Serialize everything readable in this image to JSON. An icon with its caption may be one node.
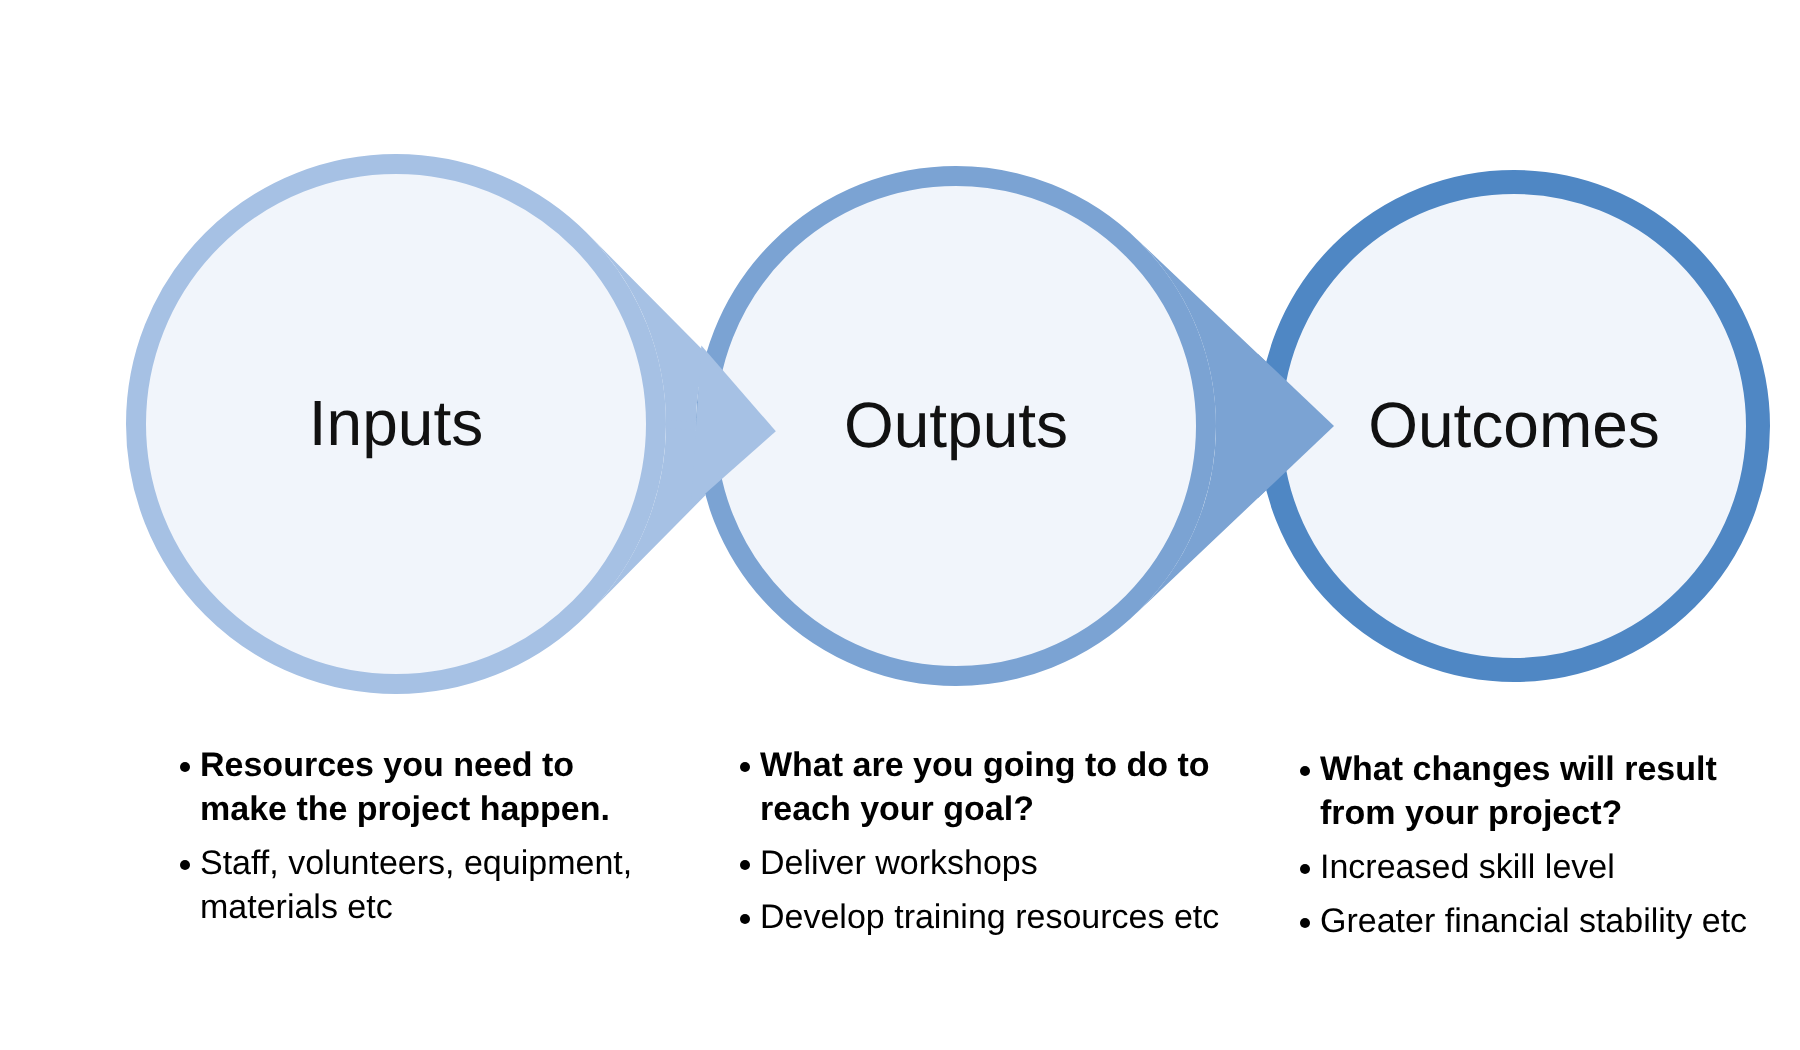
{
  "diagram": {
    "nodes": [
      {
        "text": [
          "Inputs"
        ],
        "beside": [
          "Resources you need to make the project happen.",
          "Staff, volunteers, equipment, materials etc"
        ]
      },
      {
        "text": [
          "Outputs"
        ],
        "beside": [
          "What are you going to do to reach your goal?",
          "Deliver workshops",
          "Develop training resources etc"
        ]
      },
      {
        "text": [
          "Outcomes"
        ],
        "beside": [
          "What changes will result from your project?",
          "Increased skill level",
          "Greater financial stability etc"
        ]
      }
    ],
    "edges": [
      {
        "from": 0,
        "to": 1,
        "arrow": "to"
      },
      {
        "from": 1,
        "to": 2,
        "arrow": "to"
      }
    ]
  }
}
